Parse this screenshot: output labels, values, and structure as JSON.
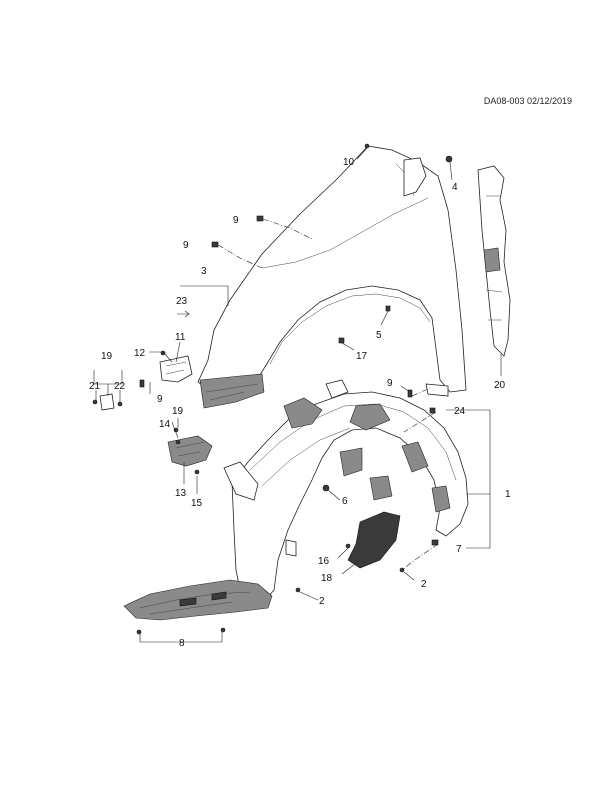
{
  "document_id": "DA08-003 02/12/2019",
  "callouts": {
    "c1": "1",
    "c2a": "2",
    "c2b": "2",
    "c3": "3",
    "c4": "4",
    "c5": "5",
    "c6": "6",
    "c7": "7",
    "c8": "8",
    "c9a": "9",
    "c9b": "9",
    "c9c": "9",
    "c9d": "9",
    "c10": "10",
    "c11": "11",
    "c12": "12",
    "c13": "13",
    "c14": "14",
    "c15": "15",
    "c16": "16",
    "c17": "17",
    "c18": "18",
    "c19a": "19",
    "c19b": "19",
    "c20": "20",
    "c21": "21",
    "c22": "22",
    "c23": "23",
    "c24": "24"
  }
}
